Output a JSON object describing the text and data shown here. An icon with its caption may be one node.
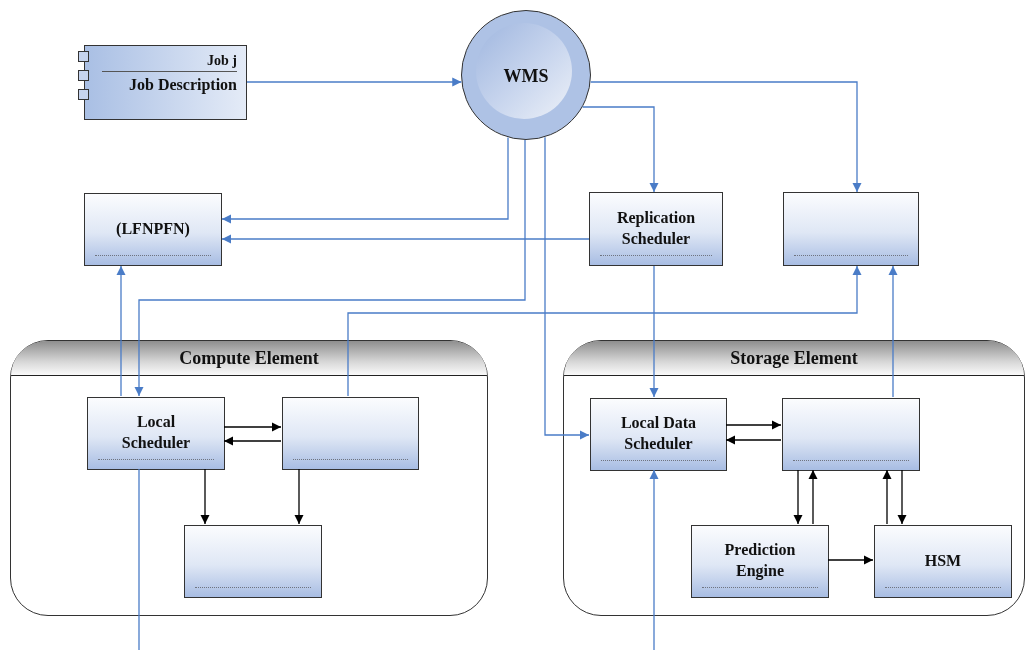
{
  "diagram": {
    "nodes": [
      {
        "text": [
          "Job j",
          "Job Description"
        ]
      },
      {
        "text": [
          "WMS"
        ]
      },
      {
        "text": [
          "(LFNPFN)"
        ]
      },
      {
        "text": [
          "Replication Scheduler"
        ]
      },
      {
        "text": [],
        "shape": "box"
      },
      {
        "text": [
          "Compute Element"
        ]
      },
      {
        "text": [
          "Local Scheduler"
        ],
        "in": 5
      },
      {
        "text": [],
        "shape": "box",
        "in": 5
      },
      {
        "text": [],
        "shape": "box",
        "in": 5
      },
      {
        "text": [
          "Storage Element"
        ]
      },
      {
        "text": [
          "Local Data Scheduler"
        ],
        "in": 9
      },
      {
        "text": [],
        "shape": "box",
        "in": 9
      },
      {
        "text": [
          "Prediction Engine"
        ],
        "in": 9
      },
      {
        "text": [
          "HSM"
        ],
        "in": 9
      }
    ],
    "edges": [
      {
        "from": 0,
        "to": 1,
        "arrow": "to"
      },
      {
        "from": 1,
        "to": 2,
        "arrow": "to"
      },
      {
        "from": 3,
        "to": 2,
        "arrow": "to"
      },
      {
        "from": 1,
        "to": 3,
        "arrow": "to"
      },
      {
        "from": 1,
        "to": 4,
        "arrow": "to"
      },
      {
        "from": 1,
        "to": 6,
        "arrow": "to"
      },
      {
        "from": 6,
        "to": 2,
        "arrow": "to"
      },
      {
        "from": 7,
        "to": 4,
        "arrow": "to"
      },
      {
        "from": 1,
        "to": 10,
        "arrow": "to"
      },
      {
        "from": 3,
        "to": 10,
        "arrow": "to"
      },
      {
        "from": 11,
        "to": 4,
        "arrow": "to"
      },
      {
        "from": 6,
        "to": 7,
        "arrow": "to",
        "color": "#000000"
      },
      {
        "from": 7,
        "to": 6,
        "arrow": "to",
        "color": "#000000"
      },
      {
        "from": 6,
        "to": 8,
        "arrow": "to",
        "color": "#000000"
      },
      {
        "from": 7,
        "to": 8,
        "arrow": "to",
        "color": "#000000"
      },
      {
        "from": 10,
        "to": 11,
        "arrow": "to",
        "color": "#000000"
      },
      {
        "from": 11,
        "to": 10,
        "arrow": "to",
        "color": "#000000"
      },
      {
        "from": 11,
        "to": 12,
        "arrow": "to",
        "color": "#000000"
      },
      {
        "from": 12,
        "to": 11,
        "arrow": "to",
        "color": "#000000"
      },
      {
        "from": 13,
        "to": 11,
        "arrow": "to",
        "color": "#000000"
      },
      {
        "from": 11,
        "to": 13,
        "arrow": "to",
        "color": "#000000"
      },
      {
        "from": 12,
        "to": 13,
        "arrow": "to",
        "color": "#000000"
      },
      {
        "from": 6,
        "to": null,
        "arrow": "none"
      },
      {
        "from": null,
        "to": 10,
        "arrow": "to"
      }
    ]
  }
}
